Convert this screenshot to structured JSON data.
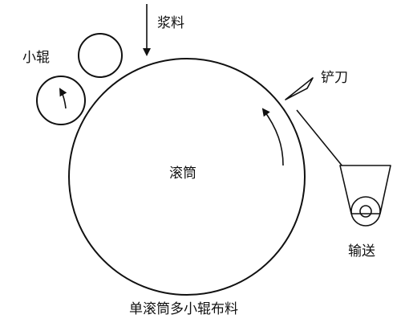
{
  "labels": {
    "slurry": "浆料",
    "small_roller": "小辊",
    "scraper": "铲刀",
    "drum": "滚筒",
    "conveyor": "输送"
  },
  "caption": "单滚筒多小辊布料",
  "colors": {
    "line": "#111111",
    "background": "#ffffff"
  }
}
